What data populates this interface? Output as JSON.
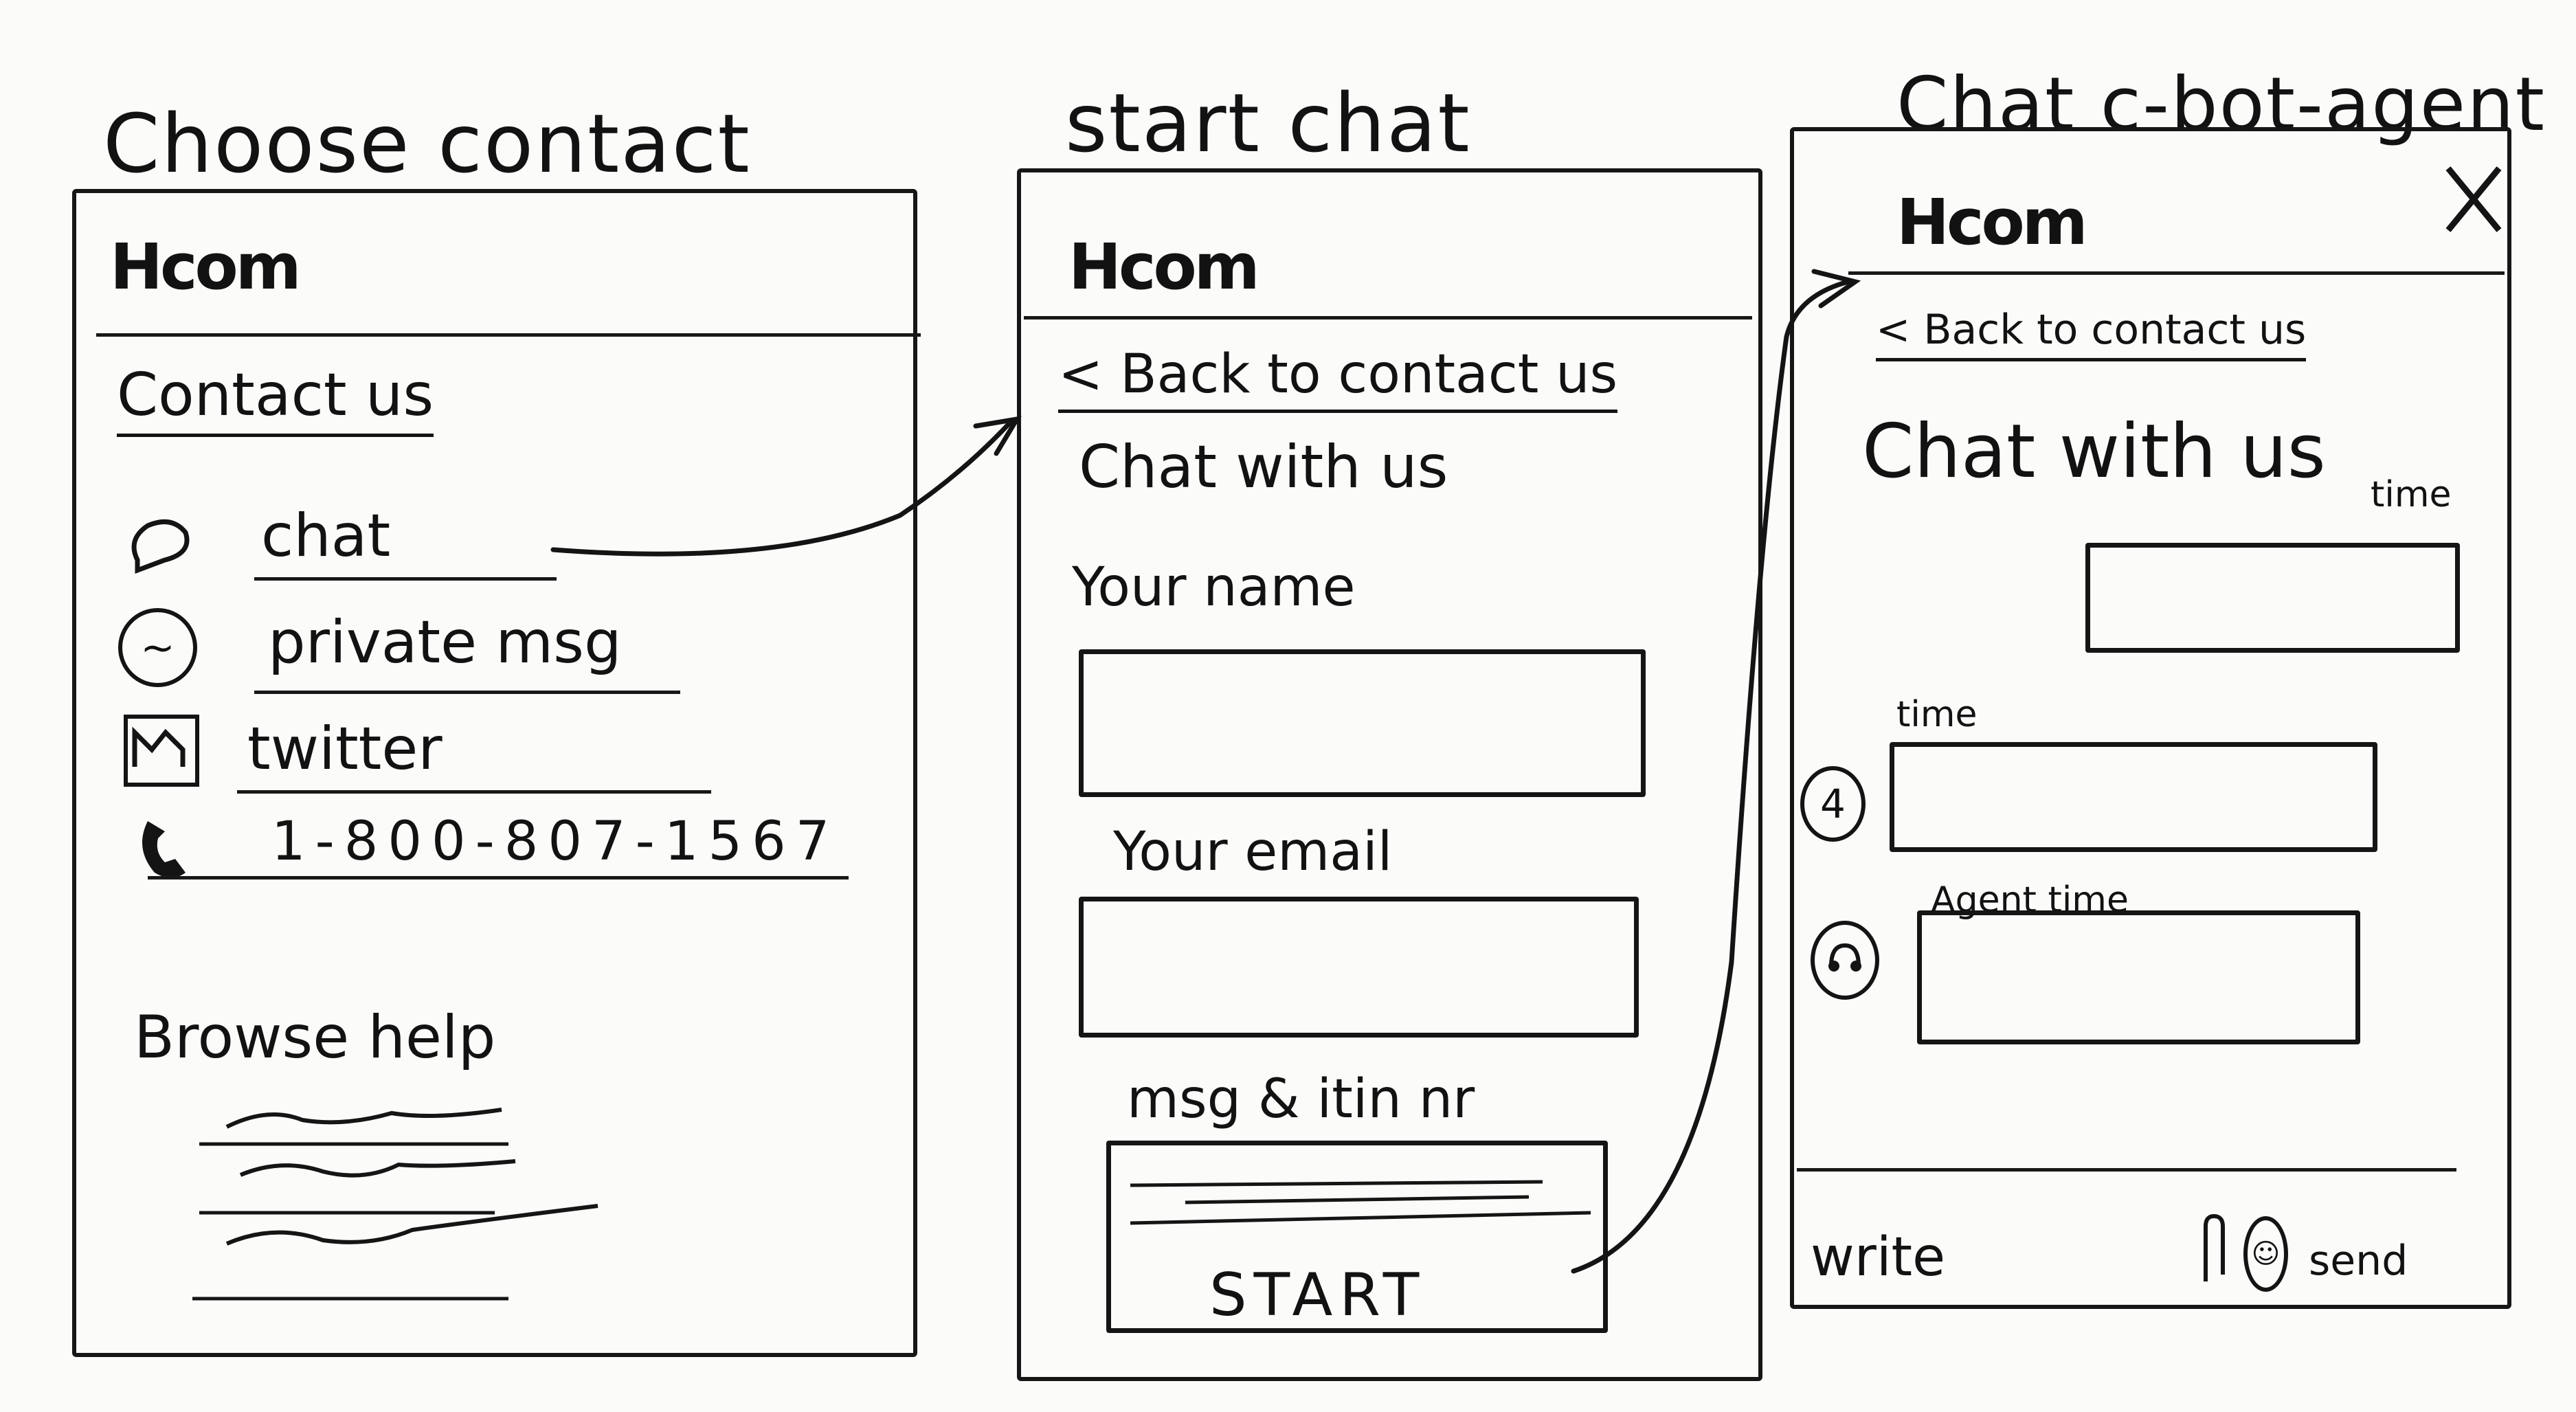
{
  "screens": {
    "choose": {
      "title": "Choose contact",
      "header_logo": "Hcom",
      "section_title": "Contact us",
      "items": [
        {
          "label": "chat",
          "icon": "chat-bubble-icon"
        },
        {
          "label": "private msg",
          "icon": "message-circle-icon"
        },
        {
          "label": "twitter",
          "icon": "twitter-icon"
        },
        {
          "label": "1-800-807-1567",
          "icon": "phone-icon"
        }
      ],
      "browse_help": "Browse help"
    },
    "start": {
      "title": "start chat",
      "header_logo": "Hcom",
      "back_link": "< Back to contact us",
      "heading": "Chat with us",
      "name_label": "Your name",
      "email_label": "Your email",
      "msg_label": "msg & itin nr",
      "start_button": "START"
    },
    "agent": {
      "title": "Chat c-bot-agent",
      "header_logo": "Hcom",
      "close_icon": "close-icon",
      "back_link": "< Back to contact us",
      "heading": "Chat with us",
      "time_label_1": "time",
      "time_label_2": "time",
      "agent_time_label": "Agent time",
      "bot_icon": "bot-avatar-icon",
      "agent_icon": "headset-agent-icon",
      "write_placeholder": "write",
      "send_label": "send",
      "attach_icon": "paperclip-icon",
      "emoji_icon": "emoji-icon"
    }
  }
}
